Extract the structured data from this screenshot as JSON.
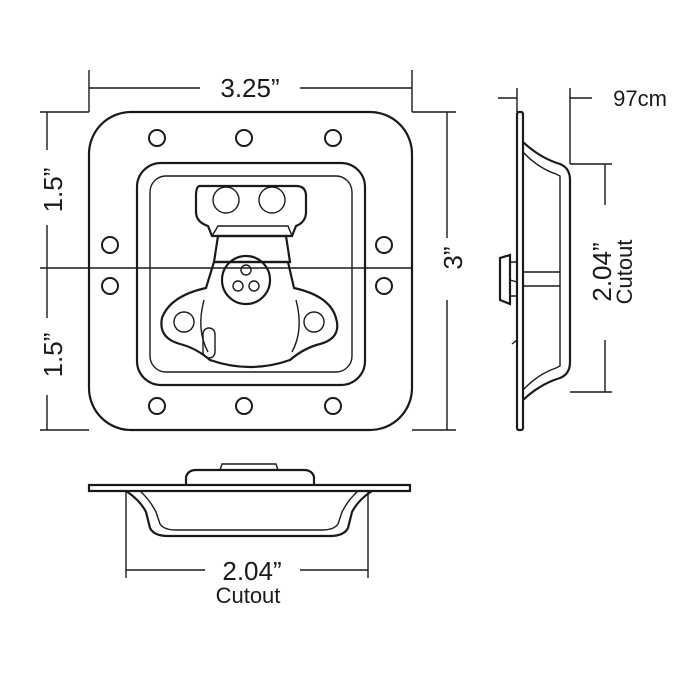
{
  "dimensions": {
    "width_top": "3.25”",
    "height_upper_left": "1.5”",
    "height_lower_left": "1.5”",
    "height_right": "3”",
    "depth_side": "97cm",
    "cutout_side_value": "2.04”",
    "cutout_side_label": "Cutout",
    "cutout_bottom_value": "2.04”",
    "cutout_bottom_label": "Cutout"
  },
  "colors": {
    "line": "#1a1a1a",
    "background": "#ffffff"
  }
}
